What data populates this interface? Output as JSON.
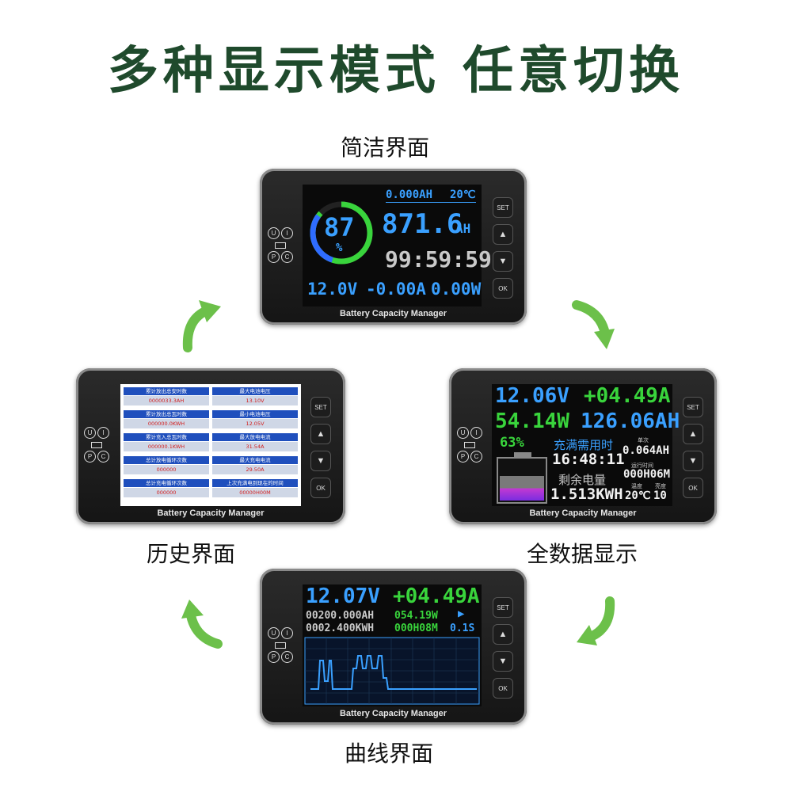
{
  "headline": "多种显示模式 任意切换",
  "captions": {
    "simple": "简洁界面",
    "history": "历史界面",
    "full": "全数据显示",
    "curve": "曲线界面"
  },
  "device": {
    "brand": "Battery Capacity Manager",
    "buttons": [
      "SET",
      "▲",
      "▼",
      "OK"
    ],
    "icons": [
      "U",
      "I",
      "P",
      "C"
    ]
  },
  "simple_screen": {
    "top_ah": "0.000AH",
    "temp": "20℃",
    "percent": "87",
    "percent_sign": "%",
    "capacity": "871.6",
    "capacity_unit": "AH",
    "time": "99:59:59",
    "voltage": "12.0V",
    "current": "-0.00A",
    "power": "0.00W",
    "ring_fill": 0.87
  },
  "full_screen": {
    "voltage": "12.06V",
    "current": "+04.49A",
    "power": "54.14W",
    "capacity": "126.06AH",
    "percent": "63%",
    "charge_label": "充满需用时",
    "charge_time": "16:48:11",
    "remain_label": "剩余电量",
    "remain_value": "1.513KWH",
    "single_label": "单次",
    "single_value": "0.064AH",
    "run_label": "运行时间",
    "run_value": "000H06M",
    "temp_label": "温度",
    "bright_label": "亮度",
    "temp_value": "20℃",
    "bright_value": "10",
    "battery_fill": 0.63
  },
  "history_screen": {
    "cells": [
      {
        "label": "累计放出总安时数",
        "value": "0000033.3AH"
      },
      {
        "label": "最大电池电压",
        "value": "13.10V"
      },
      {
        "label": "累计放出总瓦时数",
        "value": "000000.0KWH"
      },
      {
        "label": "最小电池电压",
        "value": "12.05V"
      },
      {
        "label": "累计充入总瓦时数",
        "value": "000000.1KWH"
      },
      {
        "label": "最大放电电流",
        "value": "31.54A"
      },
      {
        "label": "总计放电循环次数",
        "value": "000000"
      },
      {
        "label": "最大充电电流",
        "value": "29.50A"
      },
      {
        "label": "总计充电循环次数",
        "value": "000000"
      },
      {
        "label": "上次充满电到现在的时间",
        "value": "00000H00M"
      }
    ]
  },
  "curve_screen": {
    "voltage": "12.07V",
    "current": "+04.49A",
    "ah": "00200.000AH",
    "power": "054.19W",
    "play": "▶",
    "kwh": "0002.400KWH",
    "run": "000H08M",
    "interval": "0.1S"
  },
  "colors": {
    "headline": "#1f4a2c",
    "blue": "#3aa0ff",
    "green": "#39d43c",
    "white": "#f2f2f2",
    "arrow_green": "#6cc04a"
  }
}
